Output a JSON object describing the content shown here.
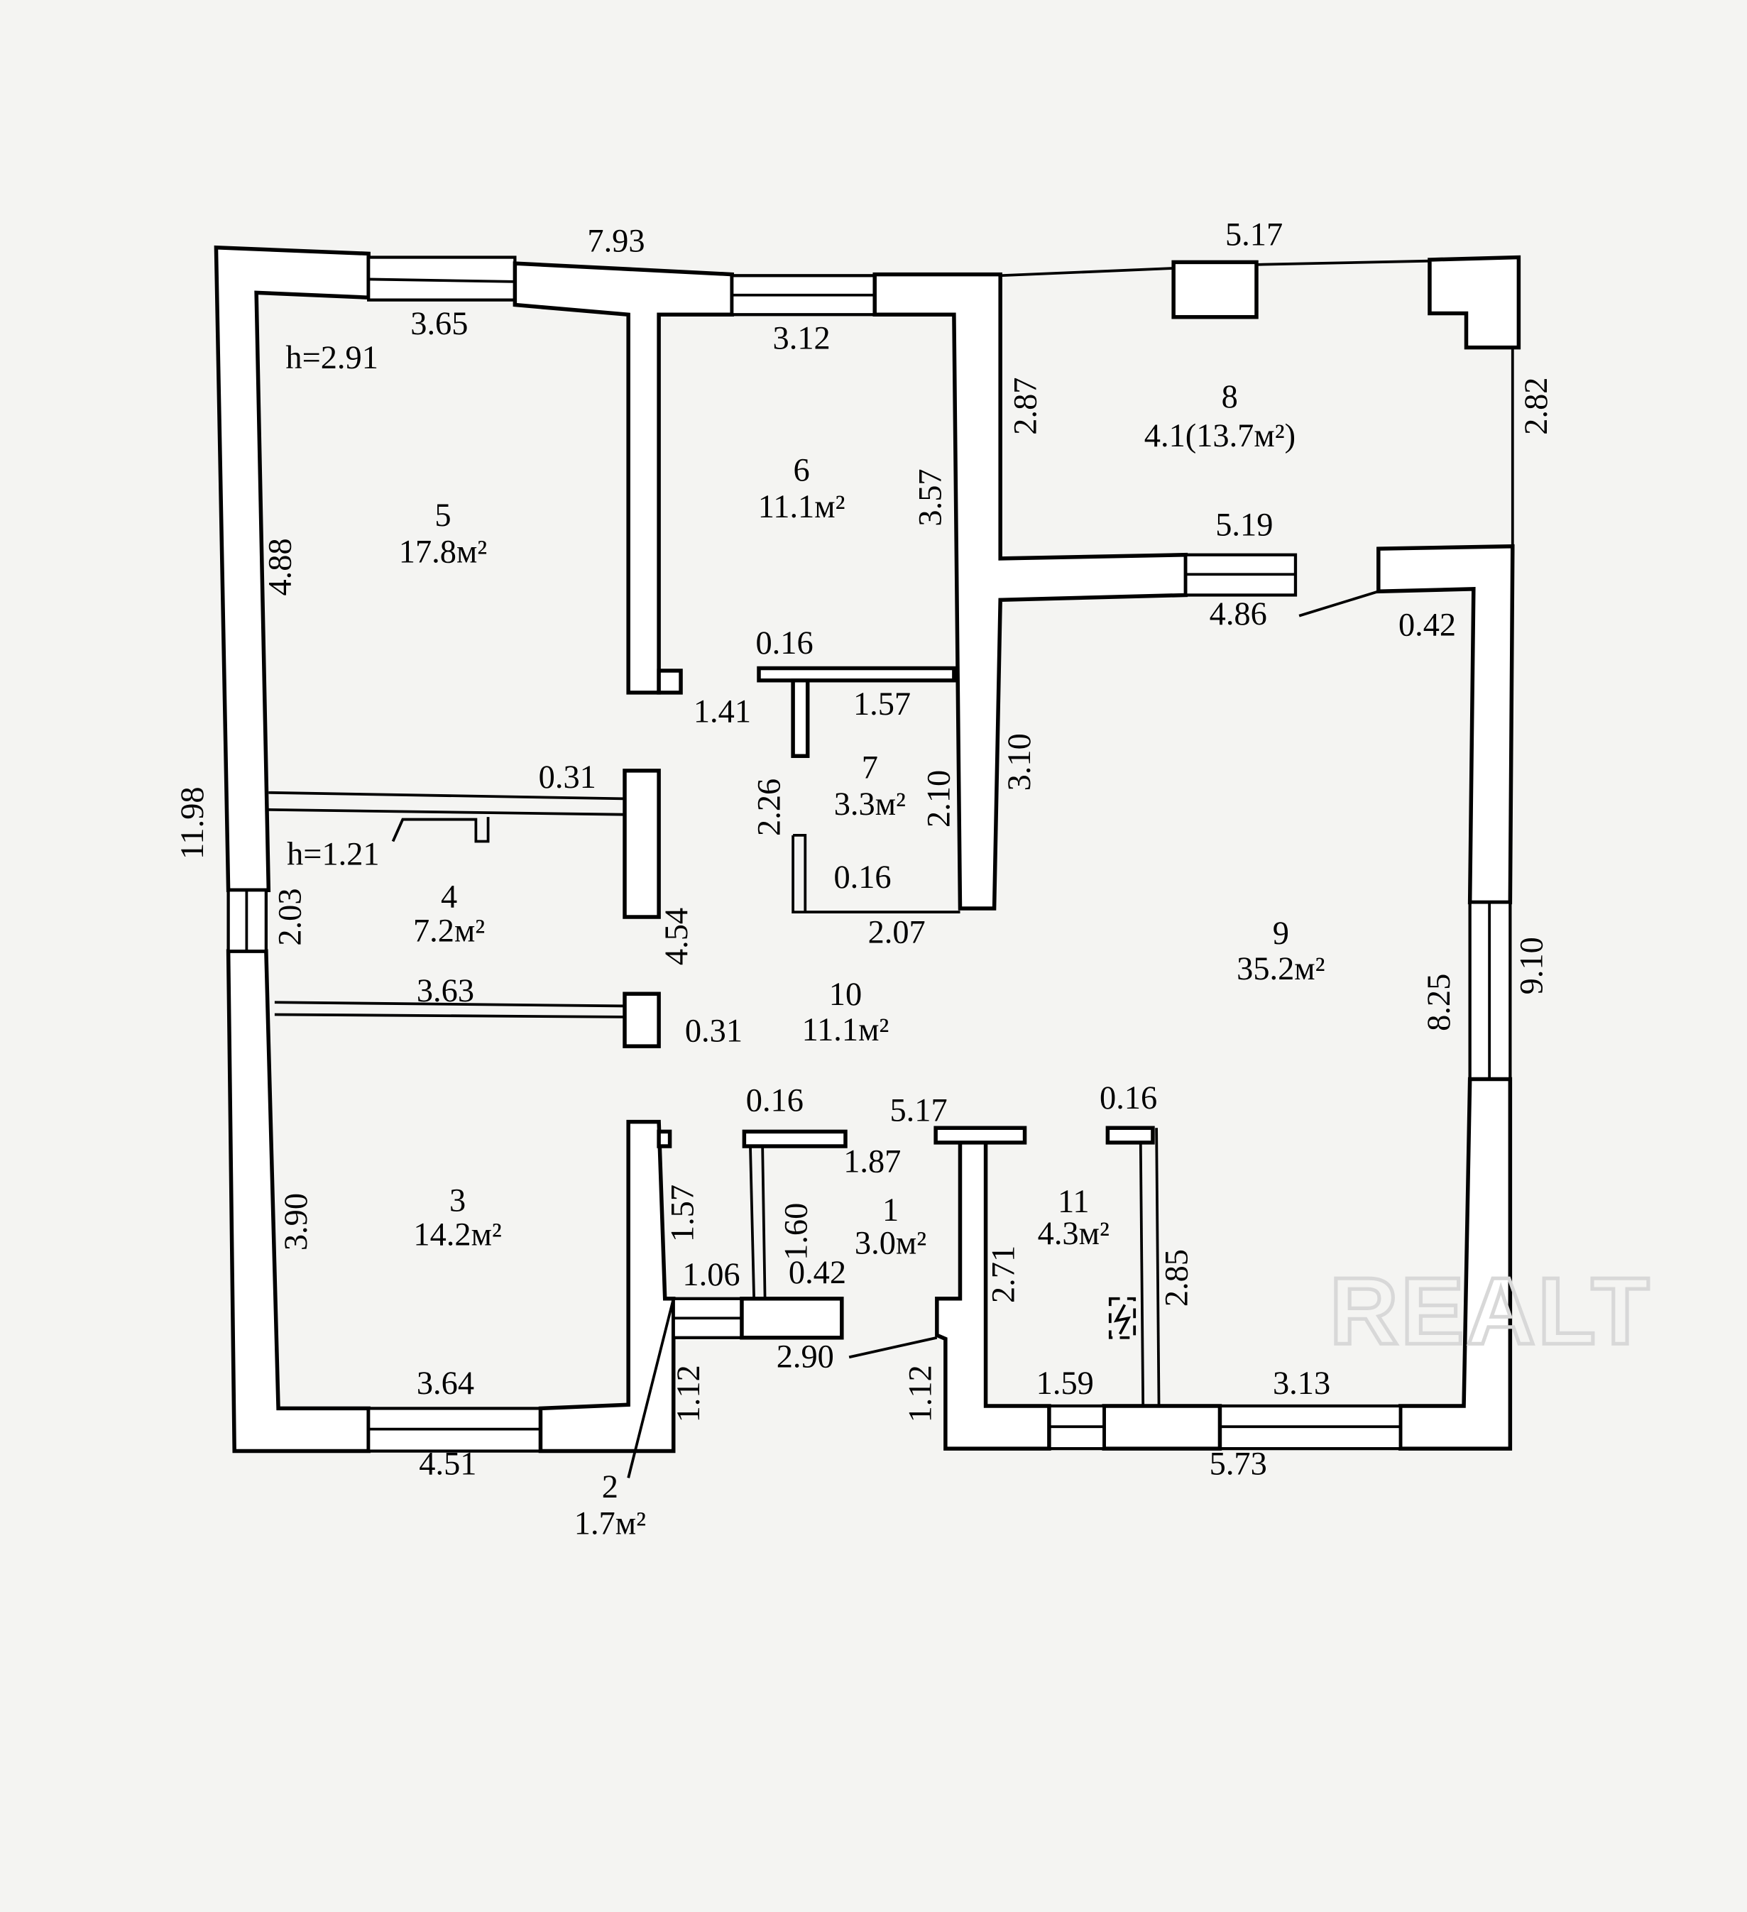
{
  "plan": {
    "watermark": "REALT",
    "rooms": [
      {
        "num": "1",
        "area": "3.0м²"
      },
      {
        "num": "2",
        "area": "1.7м²"
      },
      {
        "num": "3",
        "area": "14.2м²"
      },
      {
        "num": "4",
        "area": "7.2м²"
      },
      {
        "num": "5",
        "area": "17.8м²"
      },
      {
        "num": "6",
        "area": "11.1м²"
      },
      {
        "num": "7",
        "area": "3.3м²"
      },
      {
        "num": "8",
        "area": "4.1(13.7м²)"
      },
      {
        "num": "9",
        "area": "35.2м²"
      },
      {
        "num": "10",
        "area": "11.1м²"
      },
      {
        "num": "11",
        "area": "4.3м²"
      }
    ],
    "heights": {
      "main": "h=2.91",
      "room4": "h=1.21"
    },
    "dims": {
      "top_left": "7.93",
      "top_right": "5.17",
      "r5_top": "3.65",
      "r6_top": "3.12",
      "r8_left": "2.87",
      "r8_right": "2.82",
      "r6_right": "3.57",
      "r5_left": "4.88",
      "wall_top": "5.19",
      "wall_bottom": "4.86",
      "door_042": "0.42",
      "r7_016_top": "0.16",
      "r5_141": "1.41",
      "r7_top": "1.57",
      "r9_310": "3.10",
      "total_left": "11.98",
      "r4_031": "0.31",
      "r7_left": "2.26",
      "r7_right": "2.10",
      "r7_016_bottom": "0.16",
      "r4_left": "2.03",
      "r4_right": "4.54",
      "r7_bottom": "2.07",
      "r9_right_outer": "9.10",
      "r9_right_inner": "8.25",
      "r3_top": "3.63",
      "r10_031": "0.31",
      "r1_016": "0.16",
      "r10_517": "5.17",
      "r11_016": "0.16",
      "r1_187": "1.87",
      "r2_157": "1.57",
      "r1_160": "1.60",
      "r3_left": "3.90",
      "r11_left": "2.71",
      "r11_right": "2.85",
      "r2_106": "1.06",
      "r1_042": "0.42",
      "entrance": "2.90",
      "r3_bottom": "3.64",
      "r11_bottom": "1.59",
      "r9_bottom": "3.13",
      "entr_left": "1.12",
      "entr_right": "1.12",
      "bottom_left": "4.51",
      "bottom_right": "5.73"
    }
  }
}
